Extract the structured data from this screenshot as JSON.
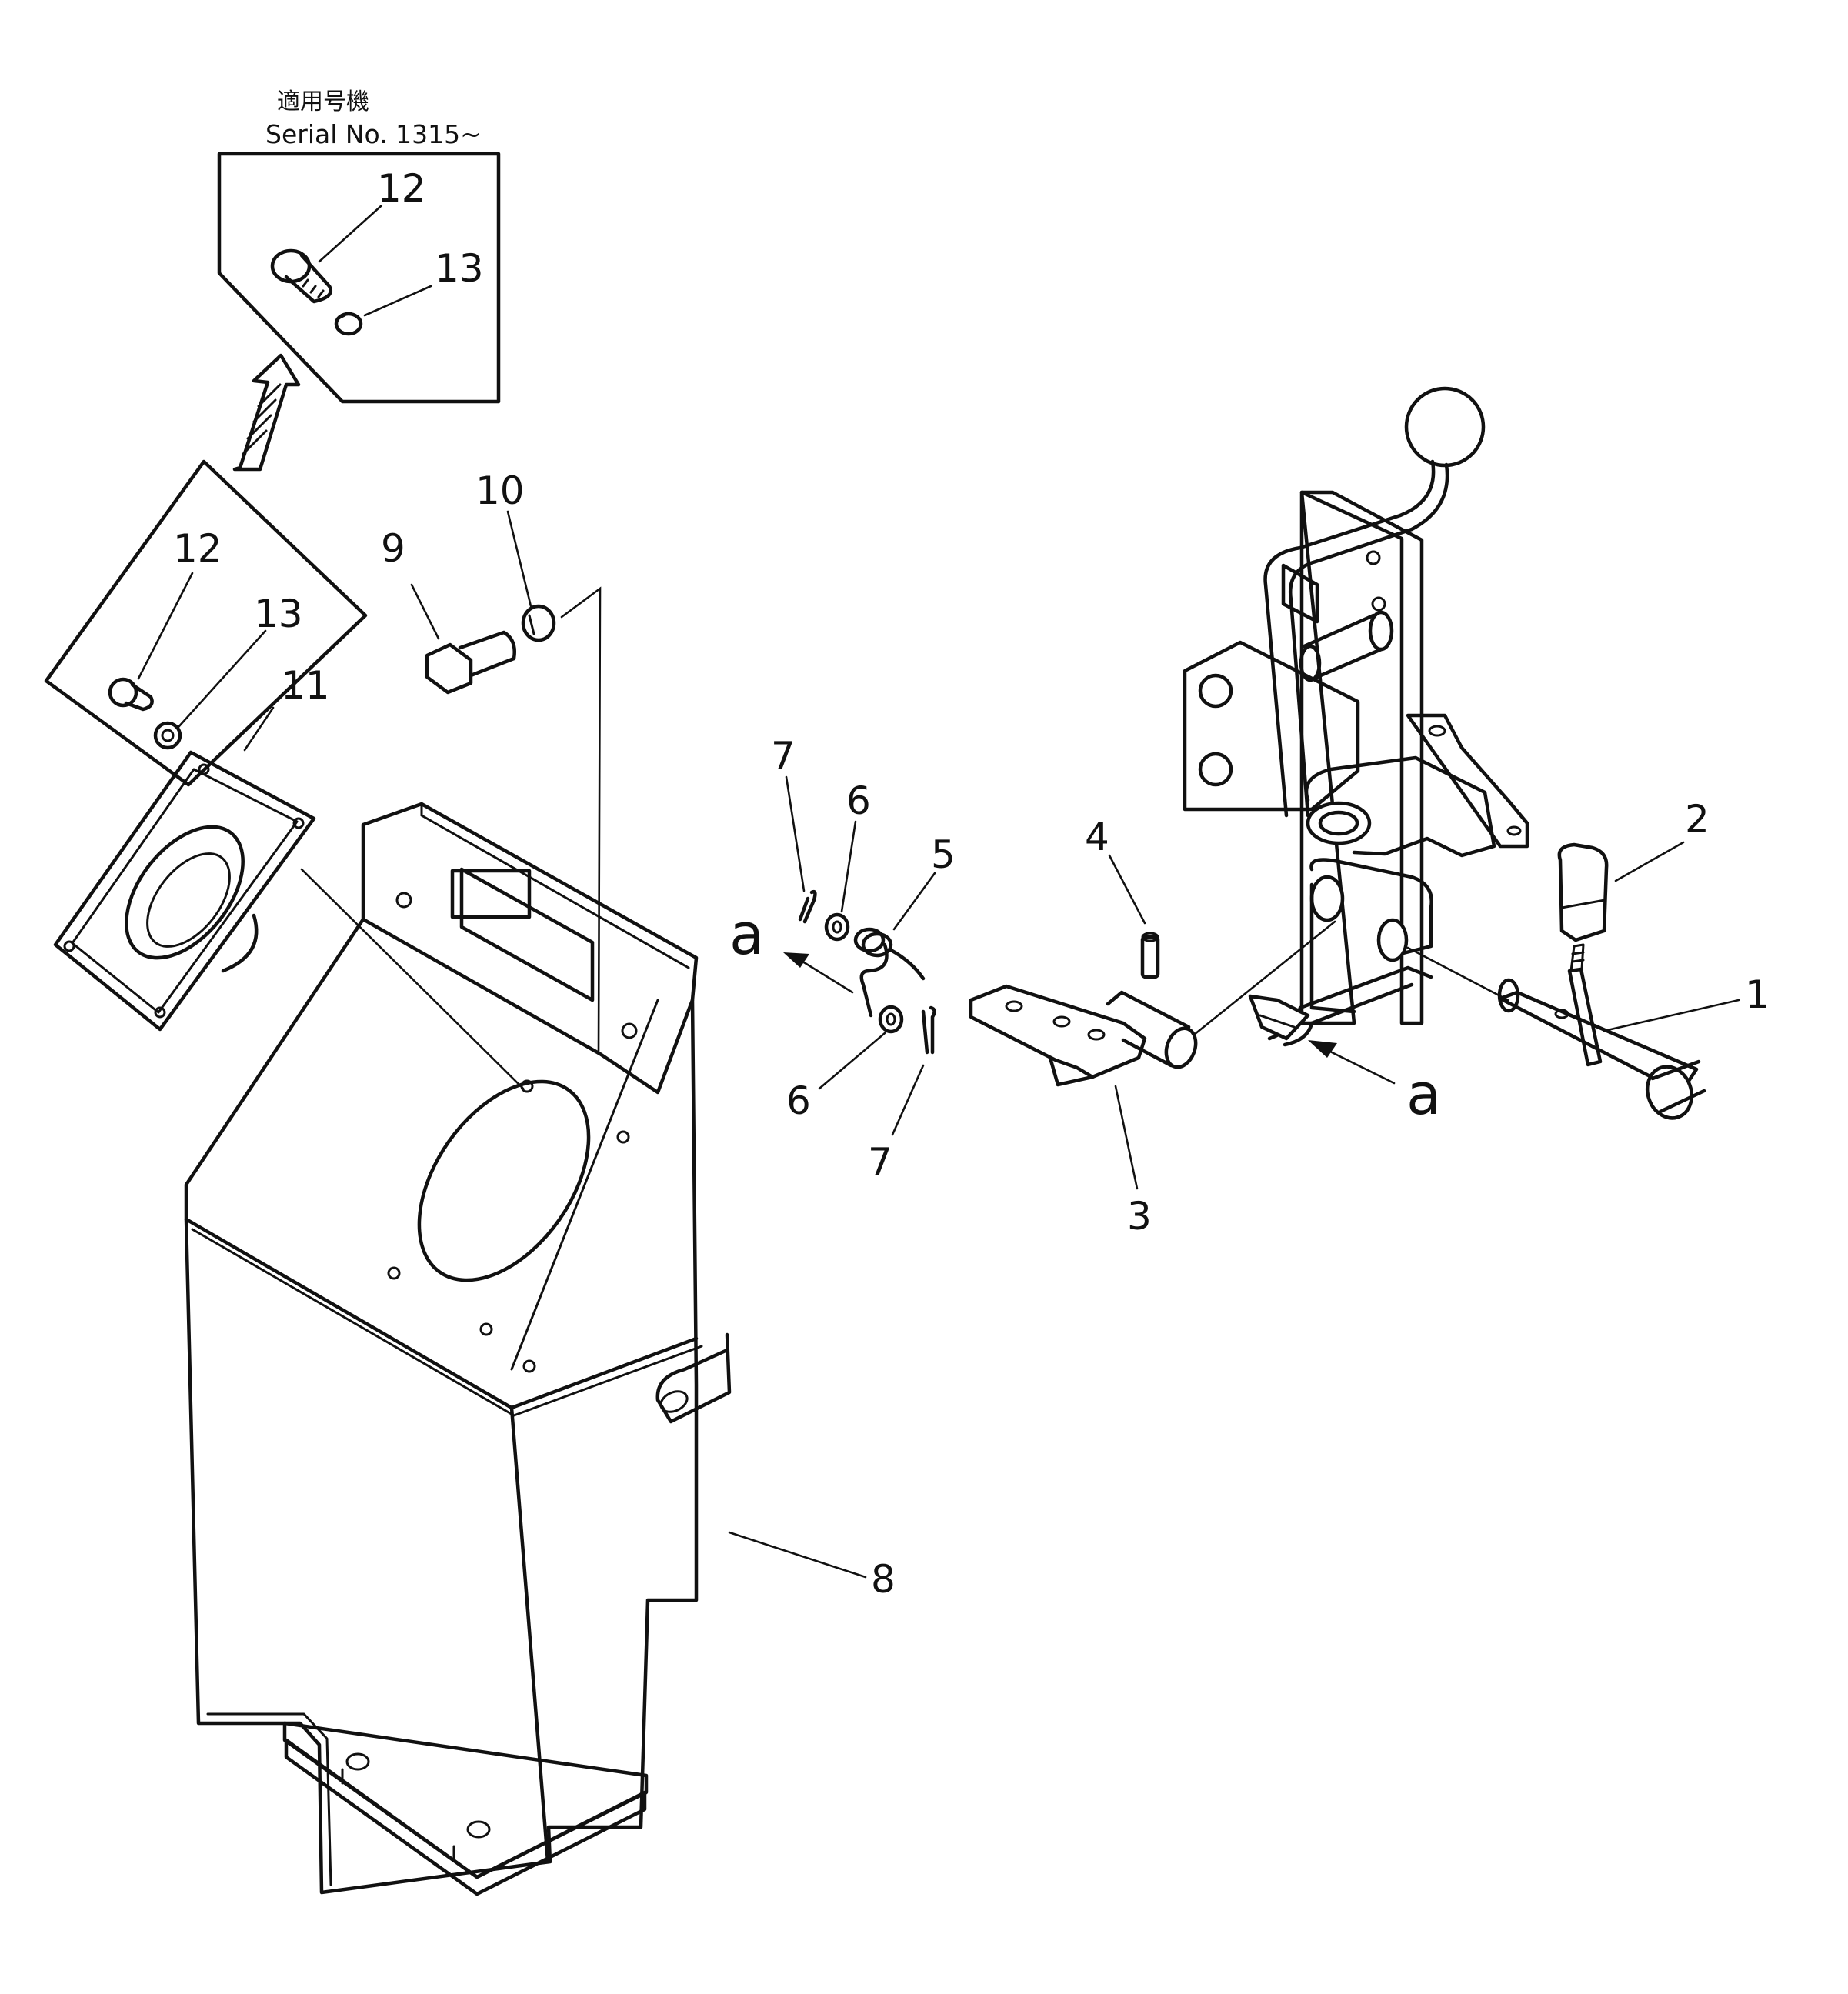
{
  "applicability": {
    "jp_label": "適用号機",
    "serial_label": "Serial No. 1315~"
  },
  "callouts": {
    "p1": "1",
    "p2": "2",
    "p3": "3",
    "p4": "4",
    "p5": "5",
    "p6a": "6",
    "p6b": "6",
    "p7a": "7",
    "p7b": "7",
    "p8": "8",
    "p9": "9",
    "p10": "10",
    "p11": "11",
    "p12_new": "12",
    "p13_new": "13",
    "p12_old": "12",
    "p13_old": "13"
  },
  "view_markers": {
    "a_left": "a",
    "a_right": "a"
  }
}
